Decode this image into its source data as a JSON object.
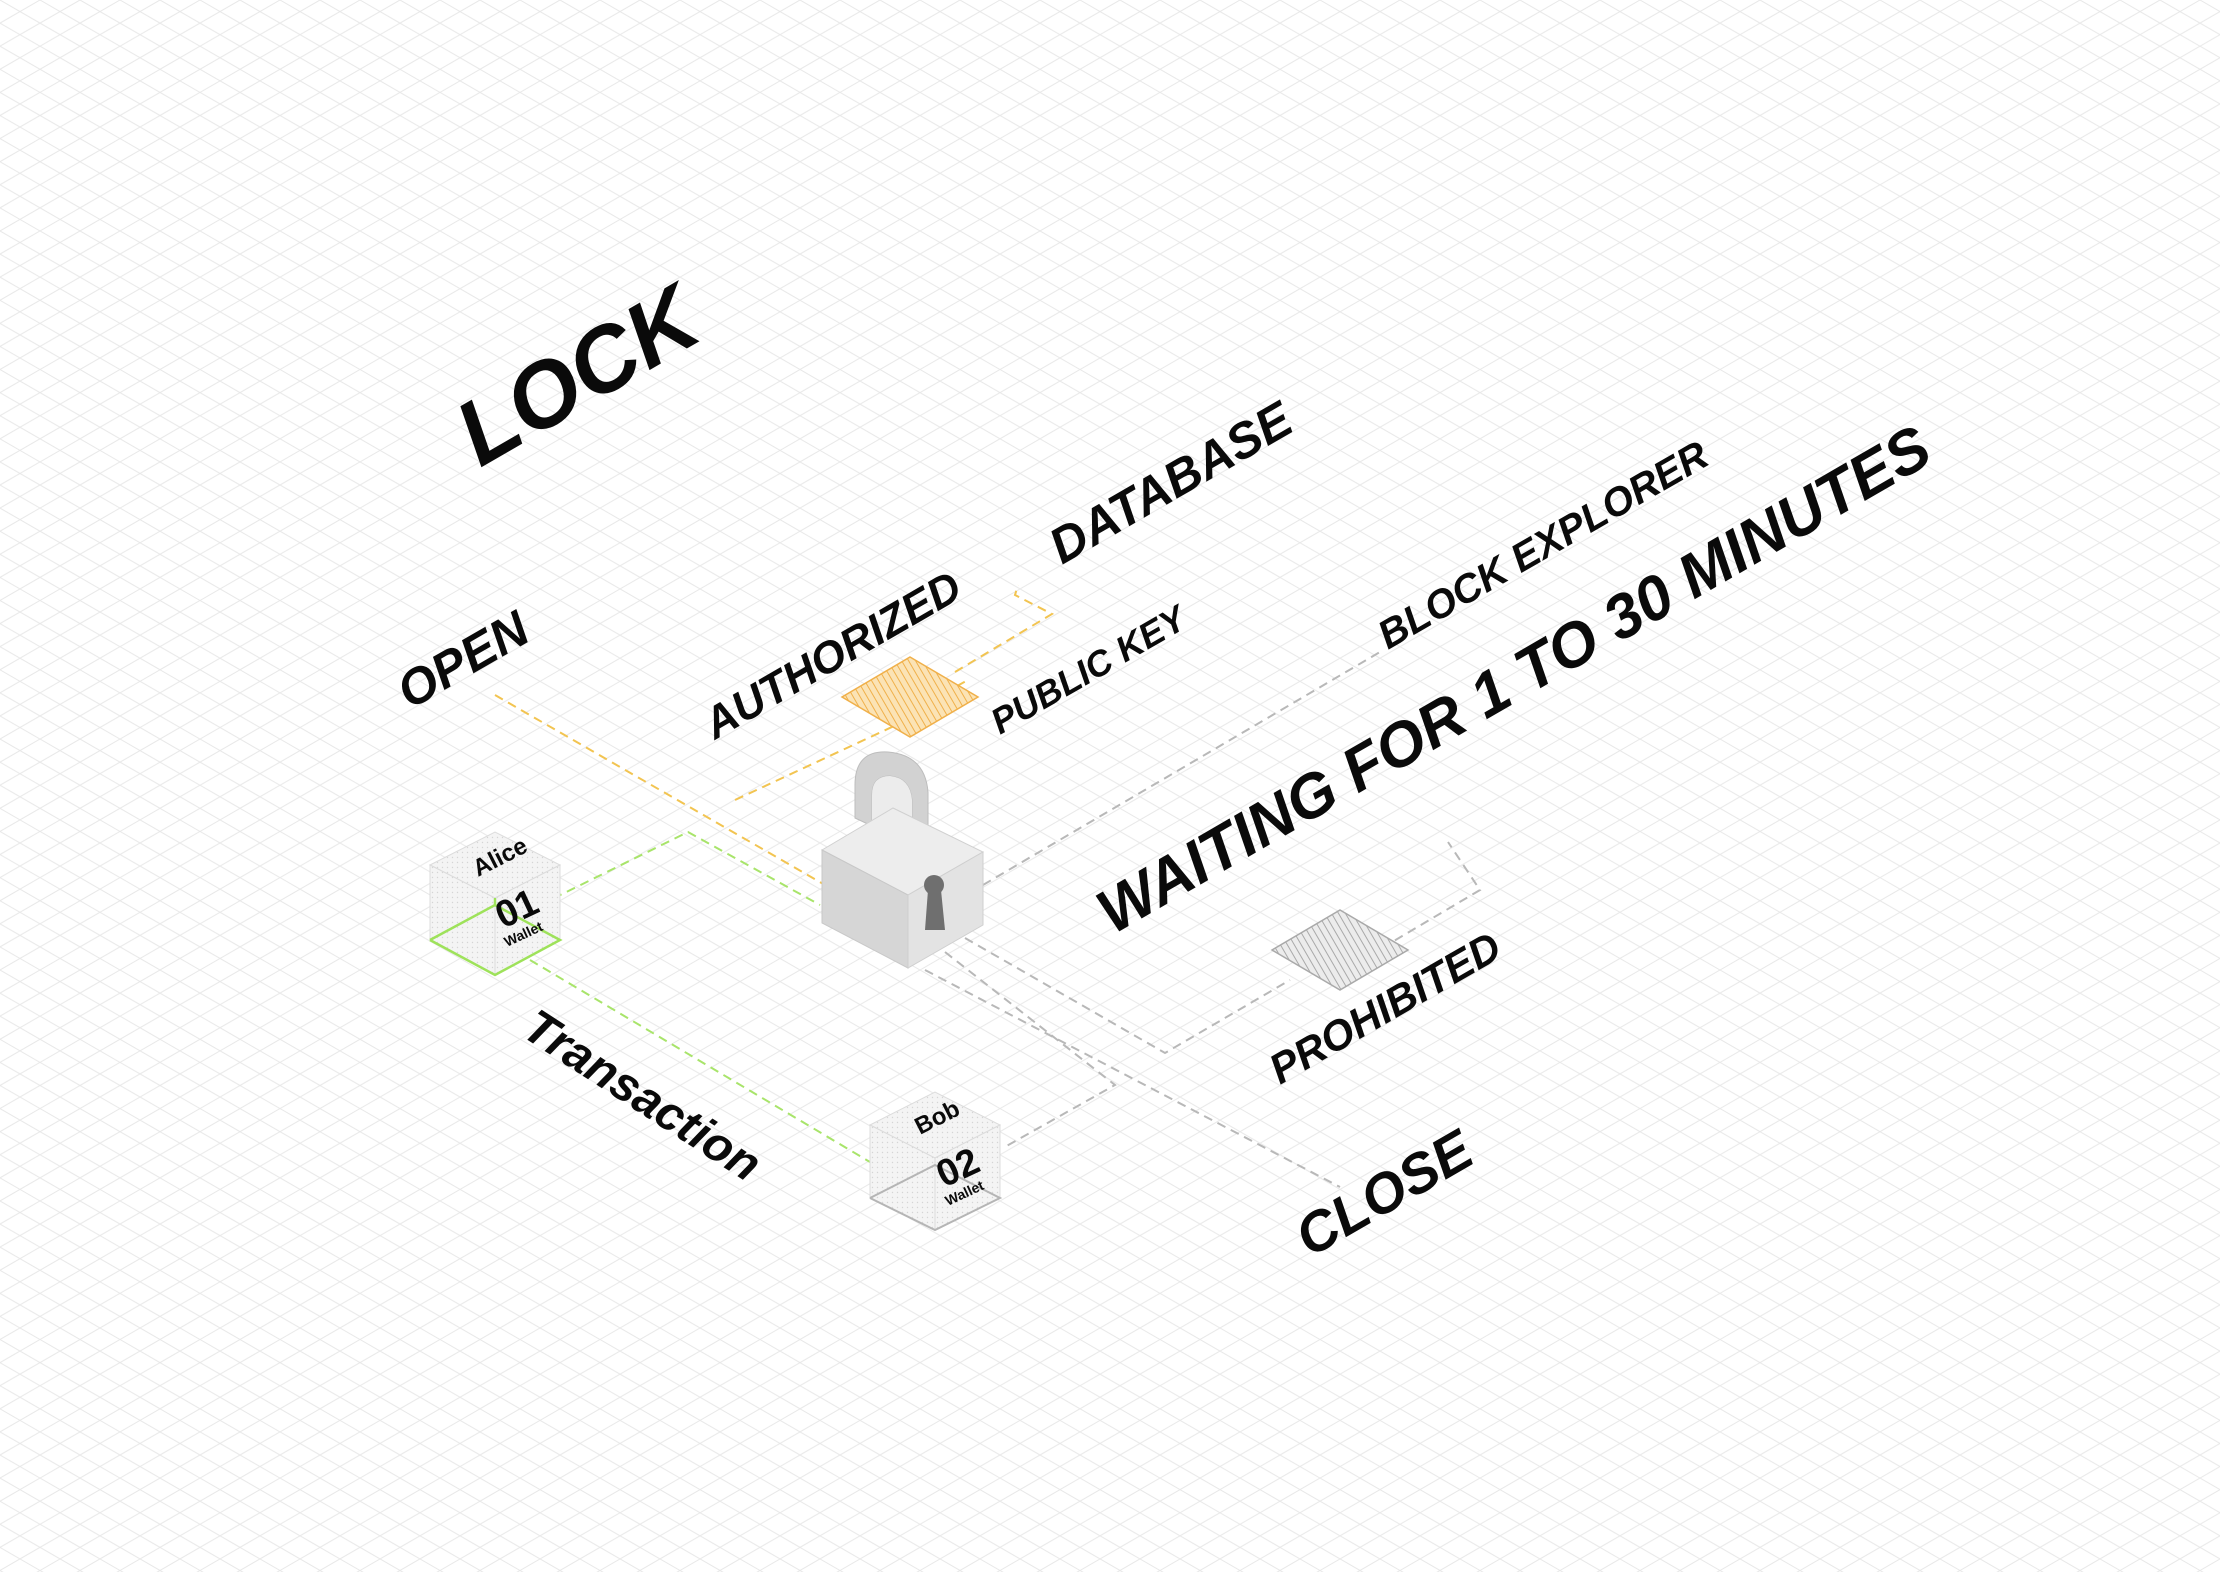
{
  "title": "LOCK",
  "labels": {
    "open": "OPEN",
    "authorized": "AUTHORIZED",
    "database": "DATABASE",
    "public_key": "PUBLIC KEY",
    "block_explorer": "BLOCK EXPLORER",
    "waiting": "WAITING FOR 1 TO 30 MINUTES",
    "prohibited": "PROHIBITED",
    "close": "CLOSE",
    "transaction": "Transaction"
  },
  "wallets": [
    {
      "owner": "Alice",
      "number": "01",
      "caption": "Wallet",
      "accent": "#9ee25a"
    },
    {
      "owner": "Bob",
      "number": "02",
      "caption": "Wallet",
      "accent": "#bdbdbd"
    }
  ],
  "icons": {
    "center": "padlock-icon",
    "authorized_tile": "hatched-tile-icon",
    "prohibited_tile": "hatched-tile-icon"
  },
  "colors": {
    "background": "#ffffff",
    "grid": "#e6e6e6",
    "authorized_line": "#f2c451",
    "transaction_line": "#a8e46a",
    "neutral_line": "#b8b8b8",
    "text": "#0a0a0a",
    "lock_body": "#d9d9d9"
  }
}
